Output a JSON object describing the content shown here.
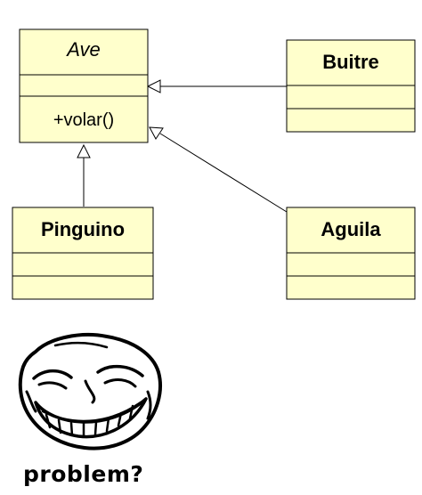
{
  "classes": {
    "ave": {
      "name": "Ave",
      "abstract": true,
      "methods": [
        "+volar()"
      ]
    },
    "buitre": {
      "name": "Buitre"
    },
    "pinguino": {
      "name": "Pinguino"
    },
    "aguila": {
      "name": "Aguila"
    }
  },
  "relations": [
    {
      "type": "generalization",
      "from": "Buitre",
      "to": "Ave"
    },
    {
      "type": "generalization",
      "from": "Pinguino",
      "to": "Ave"
    },
    {
      "type": "generalization",
      "from": "Aguila",
      "to": "Ave"
    }
  ],
  "meme": {
    "caption": "problem?",
    "image": "trollface-icon"
  },
  "colors": {
    "class_fill": "#ffffcc",
    "stroke": "#000000"
  }
}
